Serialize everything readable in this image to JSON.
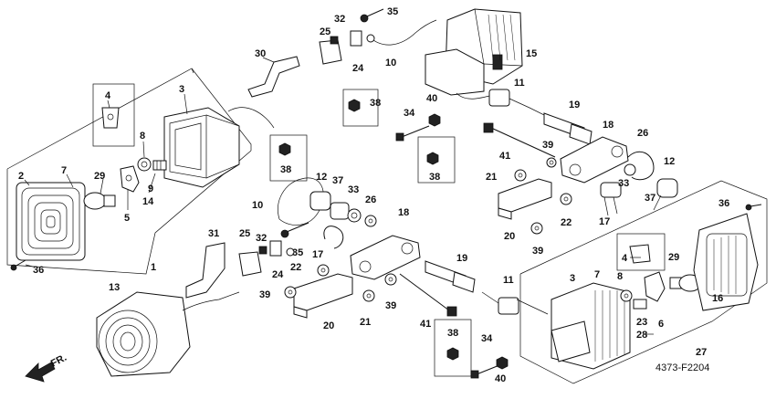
{
  "diagram": {
    "footer_code": "4373-F2204",
    "direction_label": "FR."
  },
  "callouts": {
    "c1": "1",
    "c2": "2",
    "c3": "3",
    "c4": "4",
    "c5": "5",
    "c6": "6",
    "c7": "7",
    "c8": "8",
    "c9": "9",
    "c10": "10",
    "c11": "11",
    "c12": "12",
    "c13": "13",
    "c14": "14",
    "c15": "15",
    "c16": "16",
    "c17": "17",
    "c18": "18",
    "c19": "19",
    "c20": "20",
    "c21": "21",
    "c22": "22",
    "c23": "23",
    "c24": "24",
    "c25": "25",
    "c26": "26",
    "c27": "27",
    "c28": "28",
    "c29": "29",
    "c30": "30",
    "c31": "31",
    "c32": "32",
    "c33": "33",
    "c34": "34",
    "c35": "35",
    "c36": "36",
    "c37": "37",
    "c38": "38",
    "c39": "39",
    "c40": "40",
    "c41": "41"
  }
}
